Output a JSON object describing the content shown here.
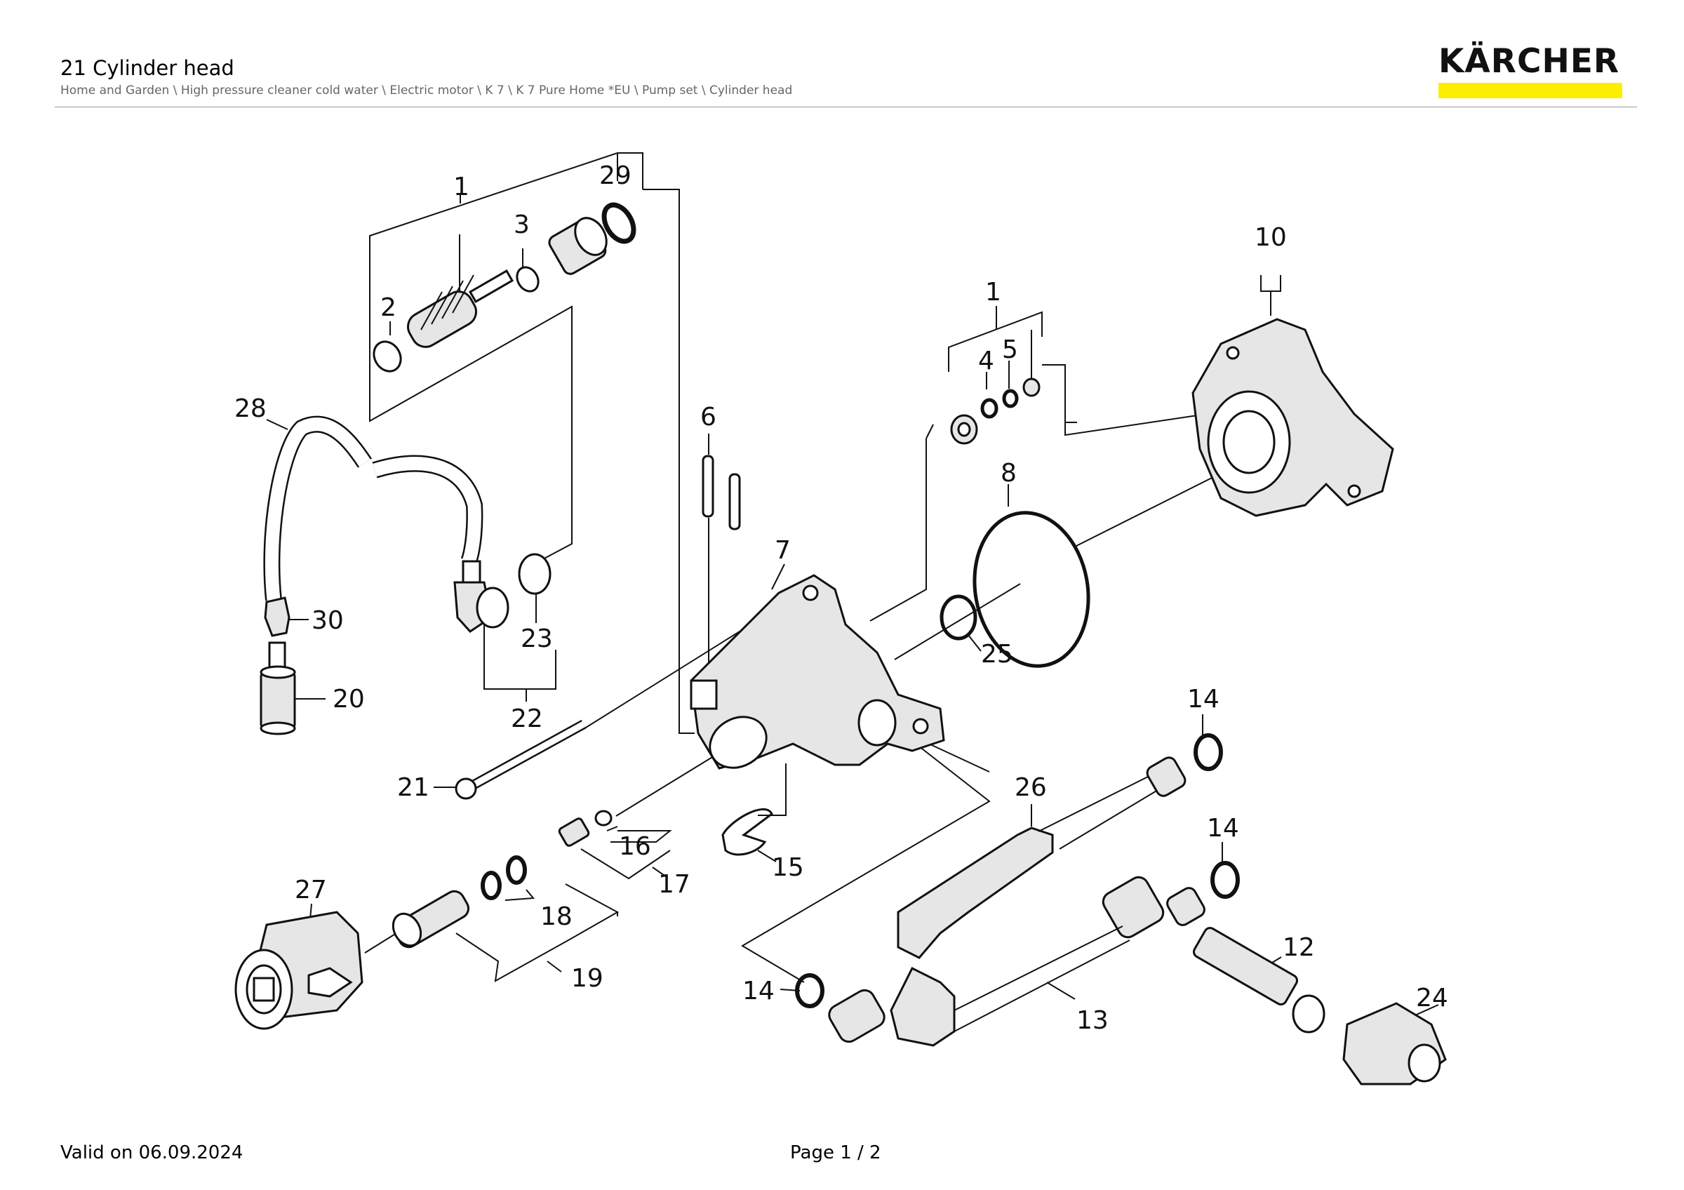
{
  "header": {
    "title": "21 Cylinder head",
    "breadcrumb": "Home and Garden \\ High pressure cleaner cold water \\ Electric motor \\ K 7 \\ K 7 Pure Home *EU \\ Pump set \\ Cylinder head",
    "brand": "KÄRCHER",
    "brand_color": "#ffed00"
  },
  "diagram": {
    "labels": {
      "p1a": "1",
      "p29": "29",
      "p3": "3",
      "p2": "2",
      "p28": "28",
      "p30": "30",
      "p20": "20",
      "p23": "23",
      "p22": "22",
      "p6": "6",
      "p7": "7",
      "p21": "21",
      "p16": "16",
      "p17": "17",
      "p18": "18",
      "p19": "19",
      "p15": "15",
      "p27": "27",
      "p1b": "1",
      "p4": "4",
      "p5": "5",
      "p10": "10",
      "p8": "8",
      "p25": "25",
      "p14a": "14",
      "p26": "26",
      "p14b": "14",
      "p12": "12",
      "p14c": "14",
      "p13": "13",
      "p24": "24"
    }
  },
  "footer": {
    "valid": "Valid on 06.09.2024",
    "page": "Page 1 / 2"
  }
}
